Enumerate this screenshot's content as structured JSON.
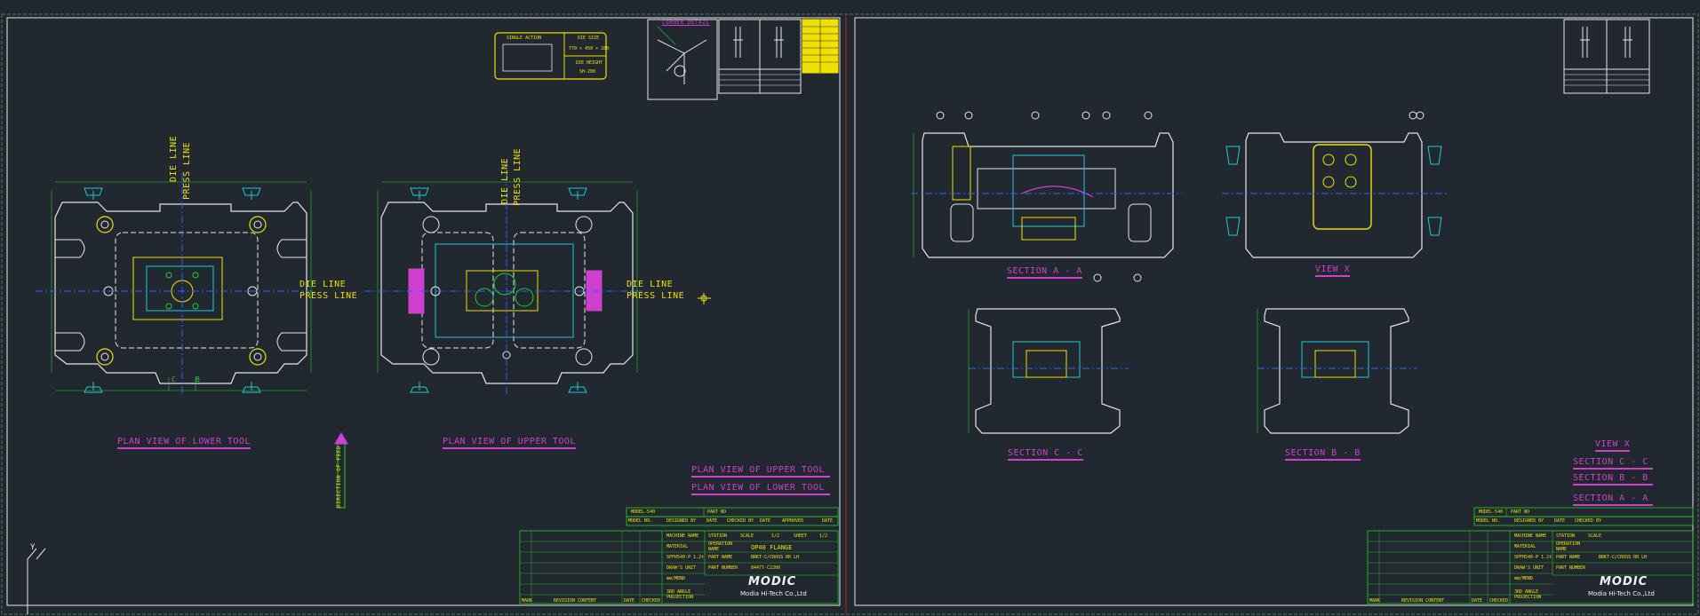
{
  "drawing": {
    "left_sheet": {
      "views": {
        "lower_plan_title": "PLAN VIEW OF LOWER TOOL",
        "upper_plan_title": "PLAN VIEW OF UPPER TOOL",
        "die_line_1": "DIE LINE",
        "press_line_1": "PRESS LINE",
        "die_line_2": "DIE LINE",
        "press_line_2": "PRESS LINE",
        "die_line_3": "DIE LINE",
        "press_line_3": "PRESS LINE",
        "die_line_4": "DIE LINE",
        "press_line_4": "PRESS LINE",
        "section_c_marker": "C",
        "section_b_marker": "B",
        "feed_direction": "DIRECTION OF FEED"
      },
      "index": [
        "PLAN VIEW OF UPPER TOOL",
        "PLAN VIEW OF LOWER TOOL"
      ],
      "corner_detail": "CORNER DETAIL",
      "die_info": {
        "action": "SINGLE ACTION",
        "size_label": "DIE SIZE",
        "size_value": "770 × 450 × 280",
        "height_label": "DIE HEIGHT",
        "height_value": "SH-280"
      },
      "title_block": {
        "customer": "MODEL-540",
        "part_no_head": "PART NO",
        "row_headers": [
          "MODEL NO.",
          "DESIGNED BY",
          "DATE",
          "CHECKED BY",
          "DATE",
          "APPROVED",
          "DATE"
        ],
        "machine_name": "MACHINE NAME",
        "station": "STATION",
        "scale_label": "SCALE",
        "scale": "1/2",
        "sheet_label": "SHEET",
        "sheet": "1/2",
        "material_label": "MATERIAL",
        "operation_label": "OPERATION NAME",
        "operation": "OP40 FLANGE",
        "material": "SPFH540-P  1.2t",
        "part_name_label": "PART NAME",
        "part_name": "BRKT-C/CROSS RR LH",
        "draws_unit": "DRAW'S UNIT",
        "part_number_label": "PART NUMBER",
        "part_number": "84477-C2200",
        "unit": "mm/MEND",
        "projection": "3RD ANGLE PROJECTION",
        "revision_row": [
          "MARK",
          "REVISION CONTENT",
          "DATE",
          "CHECKED"
        ],
        "logo": "MODIC",
        "company": "Modia Hi-Tech Co.,Ltd"
      }
    },
    "right_sheet": {
      "views": {
        "section_a": "SECTION A - A",
        "view_x": "VIEW X",
        "section_c": "SECTION C - C",
        "section_b": "SECTION B - B"
      },
      "index": [
        "VIEW X",
        "SECTION C - C",
        "SECTION B - B",
        "SECTION A - A"
      ],
      "title_block": {
        "customer": "MODEL-540",
        "part_no_head": "PART NO",
        "row_headers": [
          "MODEL NO.",
          "DESIGNED BY",
          "DATE",
          "CHECKED BY"
        ],
        "machine_name": "MACHINE NAME",
        "station": "STATION",
        "scale_label": "SCALE",
        "material_label": "MATERIAL",
        "operation_label": "OPERATION NAME",
        "material": "SPFH540-P  1.2t",
        "part_name_label": "PART NAME",
        "part_name": "BRKT-C/CROSS RR LH",
        "draws_unit": "DRAW'S UNIT",
        "part_number_label": "PART NUMBER",
        "unit": "mm/MEND",
        "projection": "3RD ANGLE PROJECTION",
        "revision_row": [
          "MARK",
          "REVISION CONTENT",
          "DATE",
          "CHECKED"
        ],
        "logo": "MODIC",
        "company": "Modia Hi-Tech Co.,Ltd"
      }
    },
    "ucs_icon": "Y",
    "colors": {
      "background": "#212830",
      "outline": "#e6e6e6",
      "dimension": "#20d020",
      "center": "#3060ff",
      "text": "#f0e000",
      "title": "#d040d0",
      "cyan": "#20c8d0",
      "frame": "#e6e6e6",
      "sheet_divider": "#c02020"
    }
  }
}
